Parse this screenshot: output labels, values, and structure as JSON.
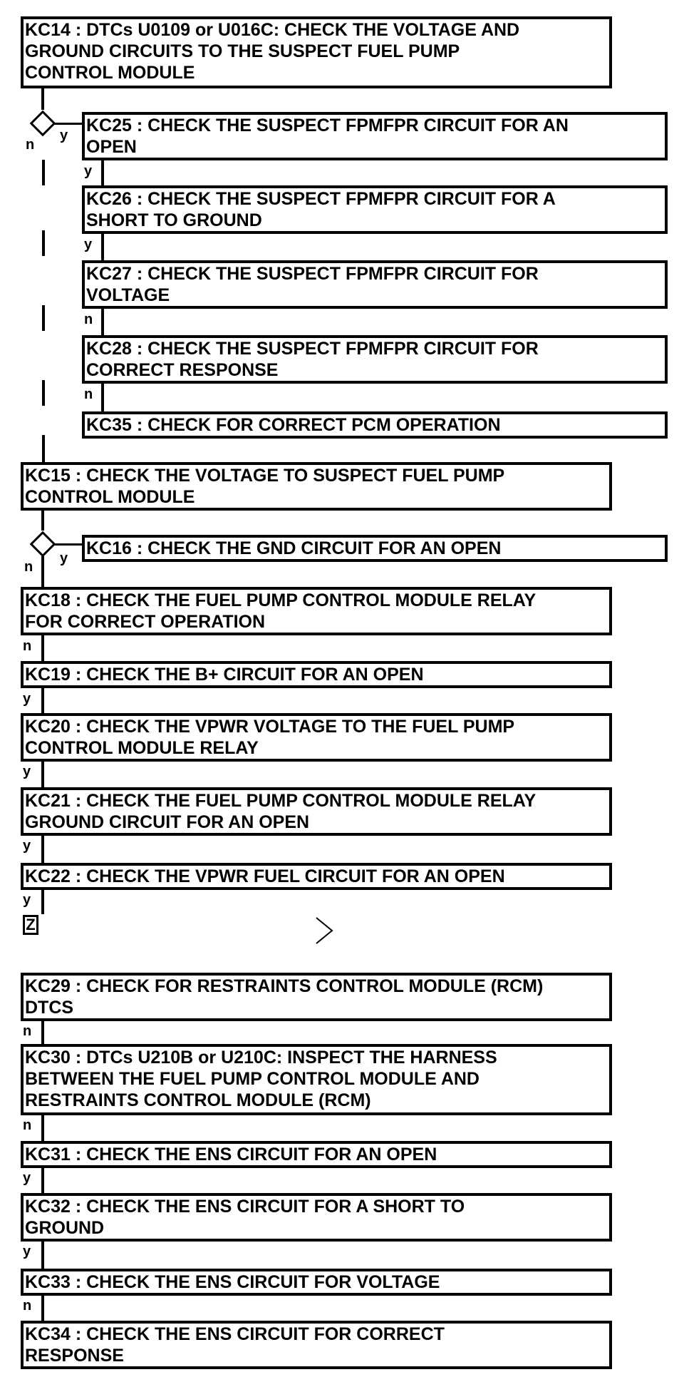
{
  "steps": {
    "kc14": "KC14 : DTCs U0109 or U016C: CHECK THE VOLTAGE AND\nGROUND CIRCUITS TO THE SUSPECT FUEL PUMP\nCONTROL MODULE",
    "kc25": "KC25 : CHECK THE SUSPECT FPMFPR CIRCUIT FOR AN\nOPEN",
    "kc26": "KC26 : CHECK THE SUSPECT FPMFPR CIRCUIT FOR A\nSHORT TO GROUND",
    "kc27": "KC27 : CHECK THE SUSPECT FPMFPR CIRCUIT FOR\nVOLTAGE",
    "kc28": "KC28 : CHECK THE SUSPECT FPMFPR CIRCUIT FOR\nCORRECT RESPONSE",
    "kc35": "KC35 : CHECK FOR CORRECT PCM OPERATION",
    "kc15": "KC15 : CHECK THE VOLTAGE TO SUSPECT FUEL PUMP\nCONTROL MODULE",
    "kc16": "KC16 : CHECK THE GND CIRCUIT FOR AN OPEN",
    "kc18": "KC18 : CHECK THE FUEL PUMP CONTROL MODULE RELAY\nFOR CORRECT OPERATION",
    "kc19": "KC19 : CHECK THE B+ CIRCUIT FOR AN OPEN",
    "kc20": "KC20 : CHECK THE VPWR VOLTAGE TO THE FUEL PUMP\nCONTROL MODULE RELAY",
    "kc21": "KC21 : CHECK THE FUEL PUMP CONTROL MODULE RELAY\nGROUND CIRCUIT FOR AN OPEN",
    "kc22": "KC22 : CHECK THE VPWR FUEL CIRCUIT FOR AN OPEN",
    "kc29": "KC29 : CHECK FOR RESTRAINTS CONTROL MODULE (RCM)\nDTCS",
    "kc30": "KC30 : DTCs U210B or U210C: INSPECT THE HARNESS\nBETWEEN THE FUEL PUMP CONTROL MODULE AND\nRESTRAINTS CONTROL MODULE (RCM)",
    "kc31": "KC31 : CHECK THE ENS CIRCUIT FOR AN OPEN",
    "kc32": "KC32 : CHECK THE ENS CIRCUIT FOR A SHORT TO\nGROUND",
    "kc33": "KC33 : CHECK THE ENS CIRCUIT FOR VOLTAGE",
    "kc34": "KC34 : CHECK THE ENS CIRCUIT FOR CORRECT\nRESPONSE"
  },
  "labels": {
    "yes": "y",
    "no": "n",
    "connector": "Z"
  }
}
